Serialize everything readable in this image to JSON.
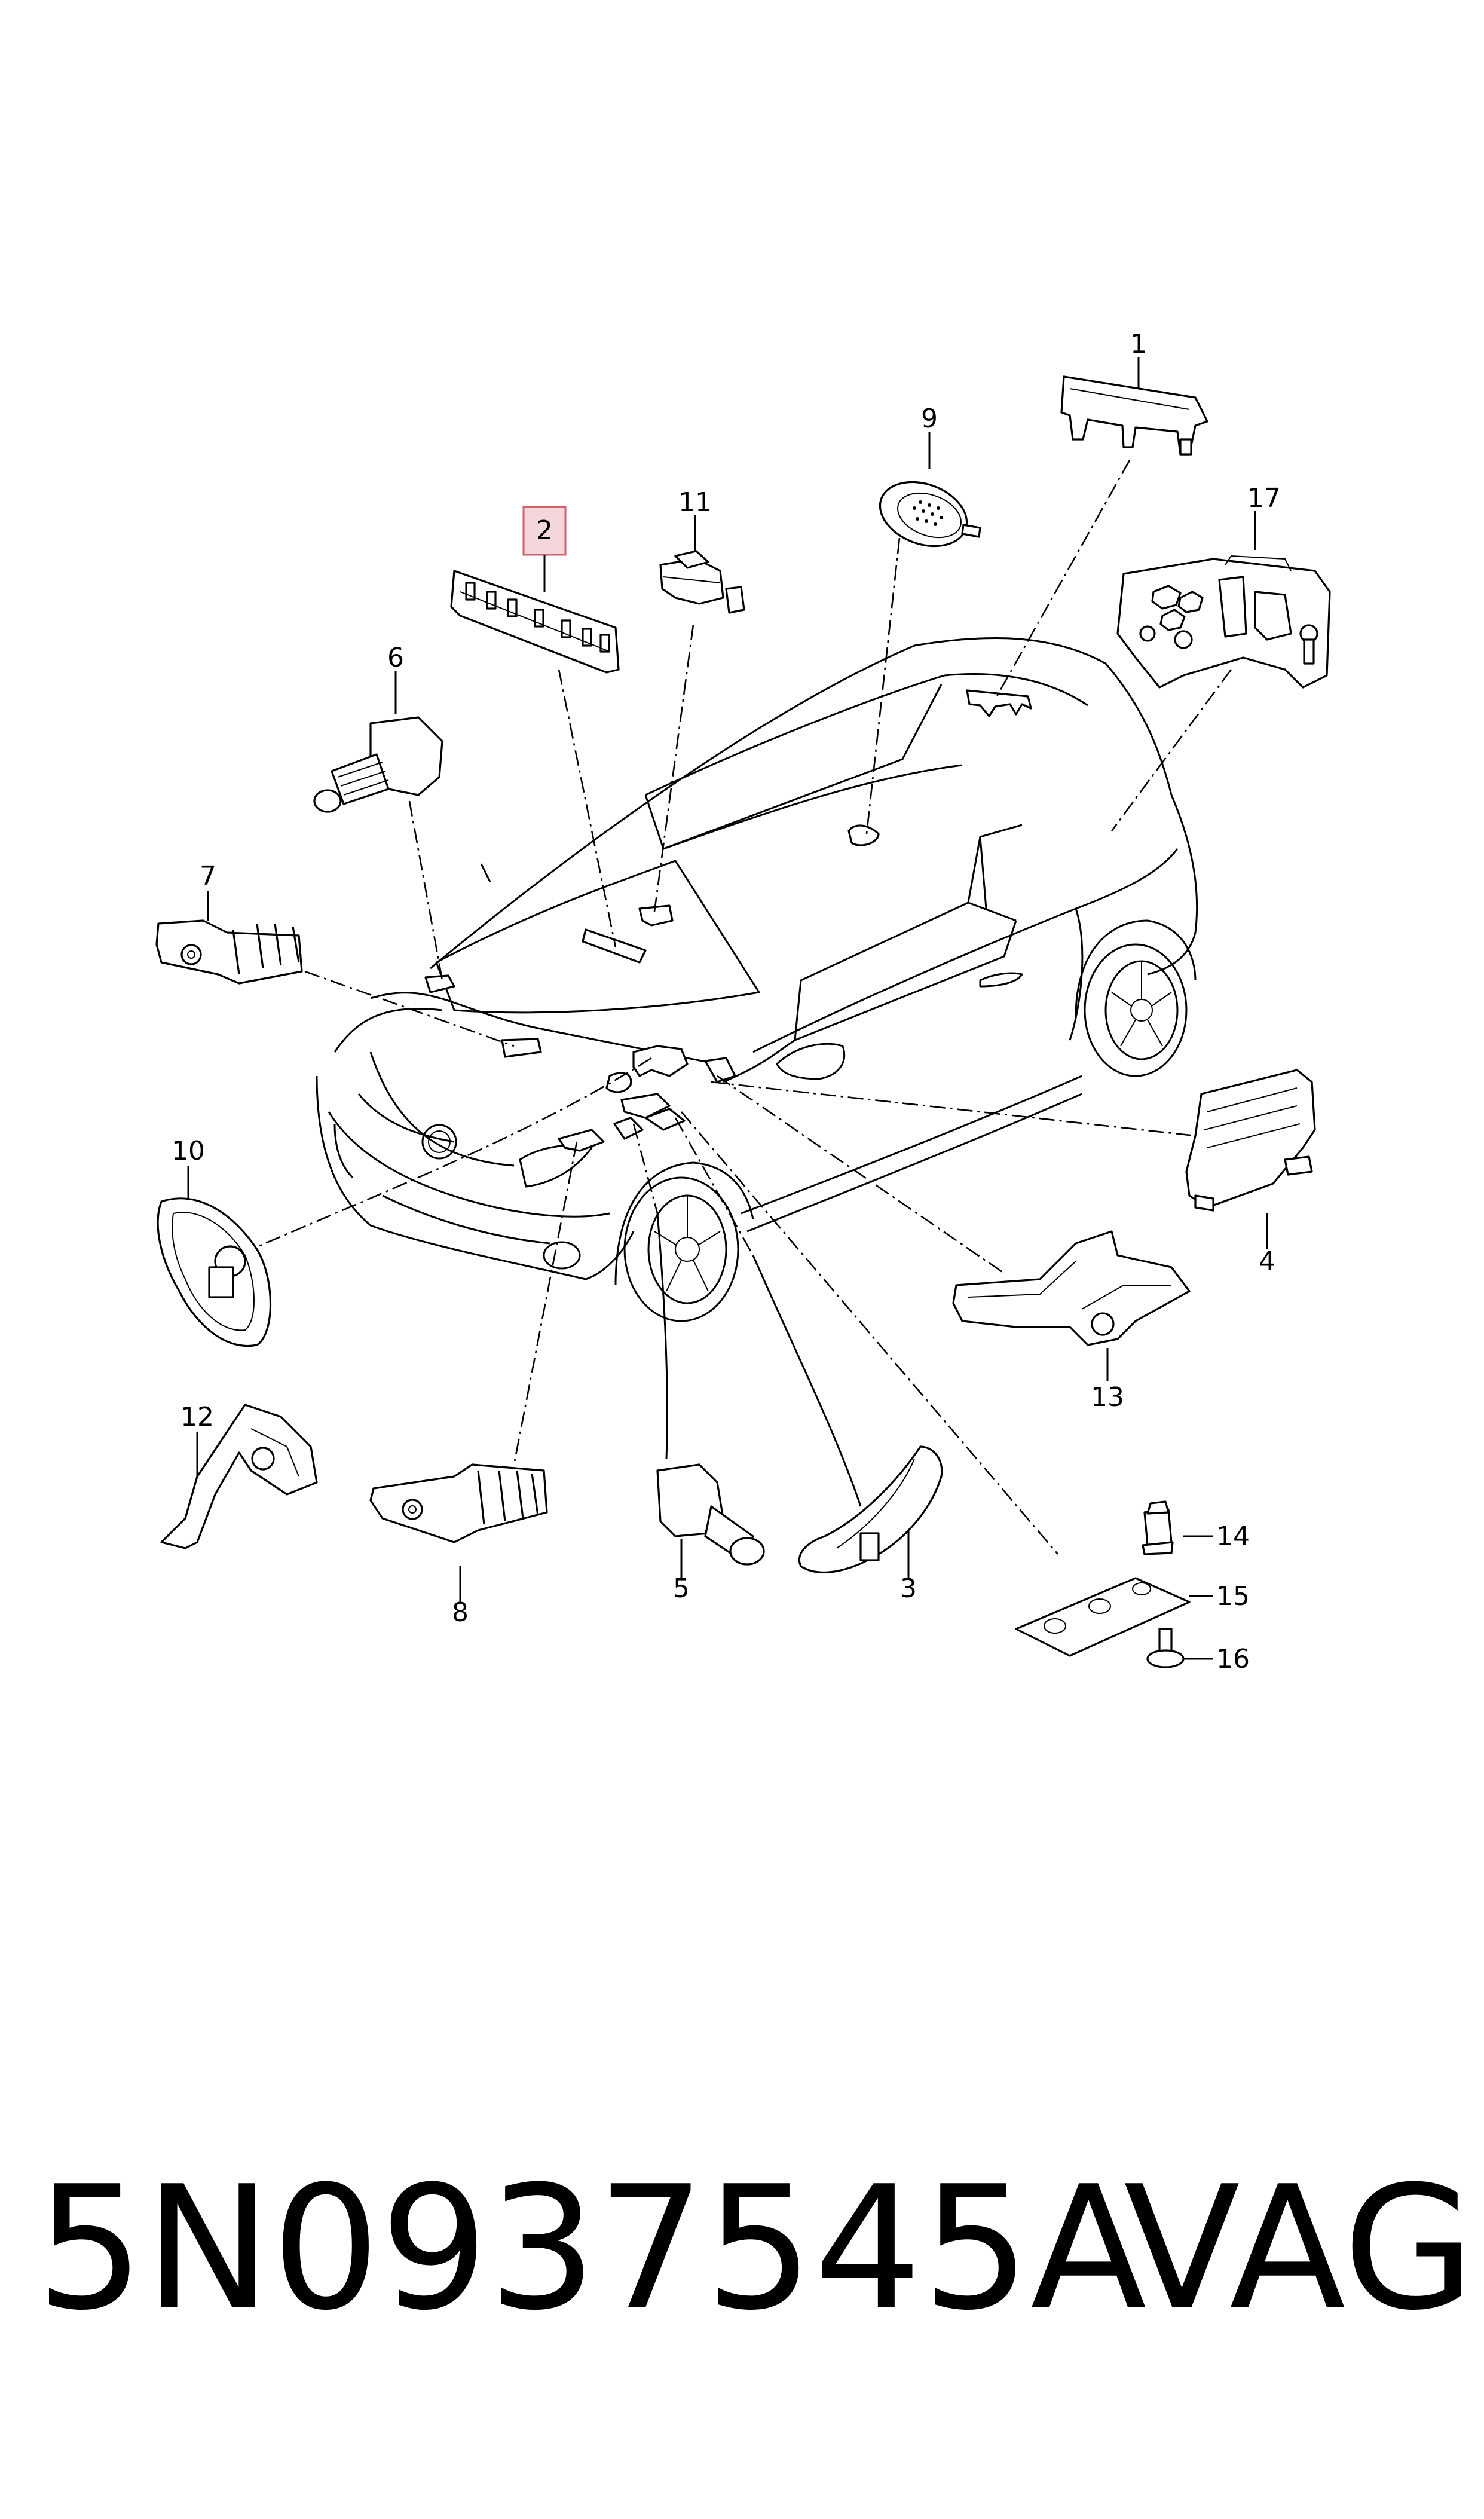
{
  "diagram": {
    "callouts": [
      {
        "id": "1",
        "label": "1"
      },
      {
        "id": "2",
        "label": "2"
      },
      {
        "id": "3",
        "label": "3"
      },
      {
        "id": "4",
        "label": "4"
      },
      {
        "id": "5",
        "label": "5"
      },
      {
        "id": "6",
        "label": "6"
      },
      {
        "id": "7",
        "label": "7"
      },
      {
        "id": "8",
        "label": "8"
      },
      {
        "id": "9",
        "label": "9"
      },
      {
        "id": "10",
        "label": "10"
      },
      {
        "id": "11",
        "label": "11"
      },
      {
        "id": "12",
        "label": "12"
      },
      {
        "id": "13",
        "label": "13"
      },
      {
        "id": "14",
        "label": "14"
      },
      {
        "id": "15",
        "label": "15"
      },
      {
        "id": "16",
        "label": "16"
      },
      {
        "id": "17",
        "label": "17"
      }
    ],
    "highlighted_callout": "2",
    "highlight_color": "#f4d7da",
    "highlight_border": "#d0606a"
  },
  "footer": {
    "part_number": "5N0937545A",
    "brand": "VAG"
  }
}
